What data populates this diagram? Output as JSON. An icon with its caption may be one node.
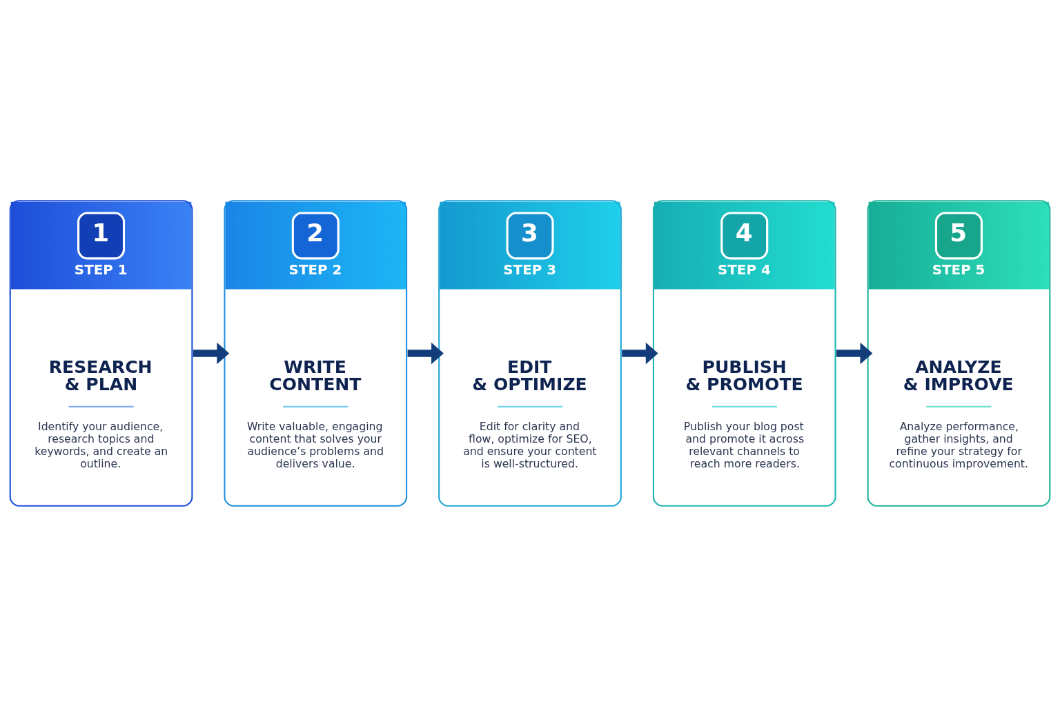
{
  "diagram": {
    "nodes": [
      {
        "text": [
          "1",
          "STEP 1",
          "RESEARCH & PLAN",
          "Identify your audience, research topics and keywords, and create an outline."
        ]
      },
      {
        "text": [
          "2",
          "STEP 2",
          "WRITE CONTENT",
          "Write valuable, engaging content that solves your audience’s problems and delivers value."
        ]
      },
      {
        "text": [
          "3",
          "STEP 3",
          "EDIT & OPTIMIZE",
          "Edit for clarity and flow, optimize for SEO, and ensure your content is well-structured."
        ]
      },
      {
        "text": [
          "4",
          "STEP 4",
          "PUBLISH & PROMOTE",
          "Publish your blog post and promote it across relevant channels to reach more readers."
        ]
      },
      {
        "text": [
          "5",
          "STEP 5",
          "ANALYZE & IMPROVE",
          "Analyze performance, gather insights, and refine your strategy for continuous improvement."
        ]
      }
    ],
    "edges": [
      {
        "from": 0,
        "to": 1,
        "arrow": "to"
      },
      {
        "from": 1,
        "to": 2,
        "arrow": "to"
      },
      {
        "from": 2,
        "to": 3,
        "arrow": "to"
      },
      {
        "from": 3,
        "to": 4,
        "arrow": "to"
      }
    ]
  }
}
